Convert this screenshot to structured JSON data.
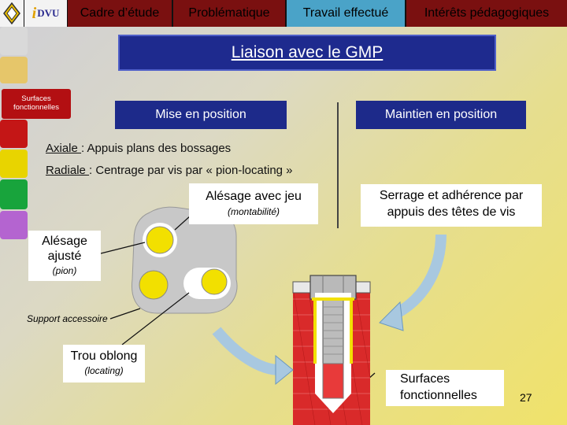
{
  "nav": {
    "logo": "renault-logo-icon",
    "brand": {
      "i": "i",
      "text": "DVU"
    },
    "tabs": [
      {
        "label": "Cadre d’étude"
      },
      {
        "label": "Problématique"
      },
      {
        "label": "Travail effectué"
      },
      {
        "label": "Intérêts pédagogiques"
      }
    ]
  },
  "sidebar": {
    "label": "Surfaces fonctionnelles",
    "swatches": [
      "#d9d9d9",
      "#e6c66a",
      "#c41616",
      "#e8d400",
      "#18a43c",
      "#b464d0"
    ]
  },
  "slide": {
    "title": "Liaison avec le GMP",
    "col_left_header": "Mise en position",
    "col_right_header": "Maintien en position",
    "axial_label": "Axiale ",
    "axial_text": ": Appuis plans des bossages",
    "radial_label": "Radiale ",
    "radial_text": ": Centrage par vis par « pion-locating »",
    "alesage_jeu": "Alésage avec jeu",
    "alesage_jeu_note": "(montabilité)",
    "serrage_line1": "Serrage et adhérence par",
    "serrage_line2": "appuis des têtes de vis",
    "alesage_ajuste_l1": "Alésage",
    "alesage_ajuste_l2": "ajusté",
    "alesage_ajuste_note": "(pion)",
    "support": "Support accessoire",
    "trou_oblong": "Trou oblong",
    "trou_oblong_note": "(locating)",
    "surfaces_l1": "Surfaces",
    "surfaces_l2": "fonctionnelles",
    "page": "27"
  }
}
